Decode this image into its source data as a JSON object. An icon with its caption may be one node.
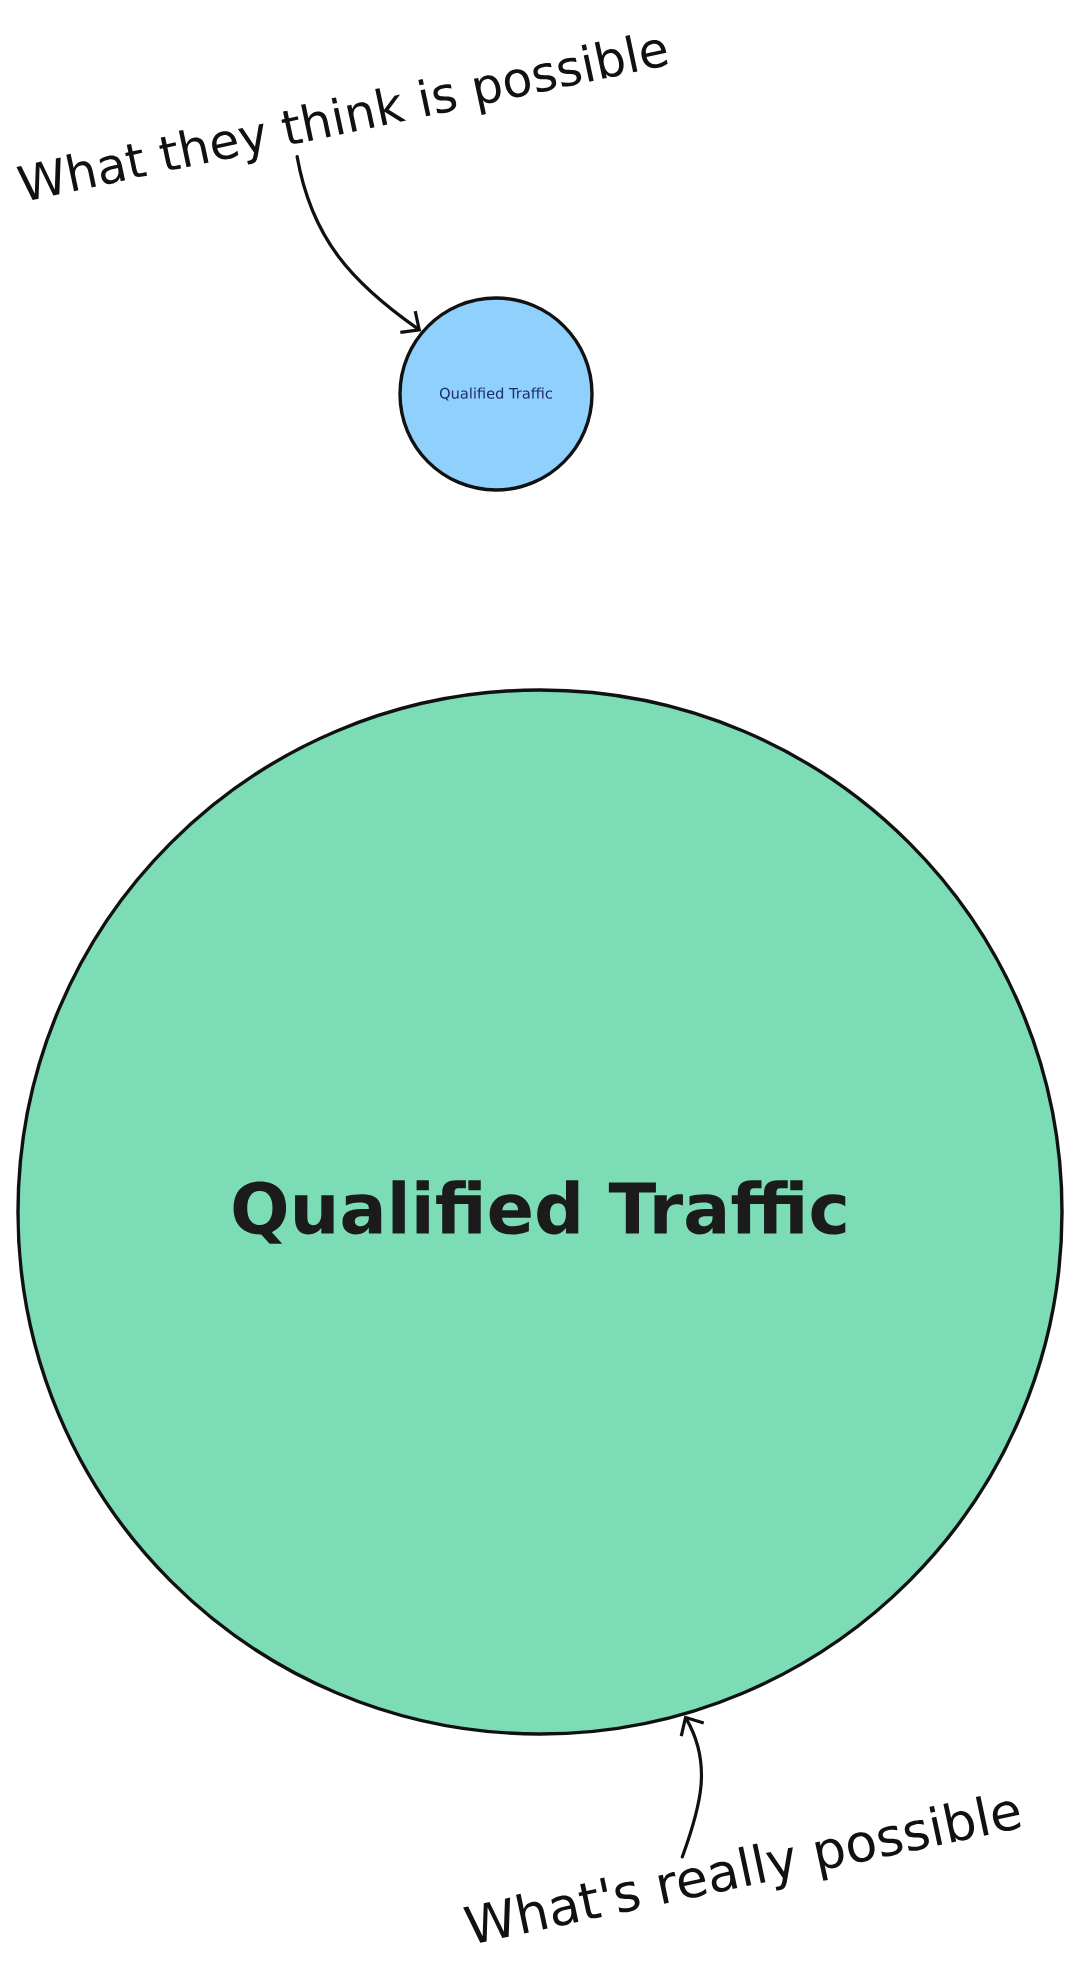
{
  "diagram": {
    "nodes": [
      {
        "text": [
          "What they think is possible"
        ]
      },
      {
        "text": [
          "Qualified Traffic"
        ]
      },
      {
        "text": [
          "Qualified Traffic"
        ]
      },
      {
        "text": [
          "What's really possible"
        ]
      }
    ],
    "edges": [
      {
        "from": 0,
        "to": 1,
        "arrow": "to"
      },
      {
        "from": 3,
        "to": 2,
        "arrow": "to"
      }
    ]
  }
}
